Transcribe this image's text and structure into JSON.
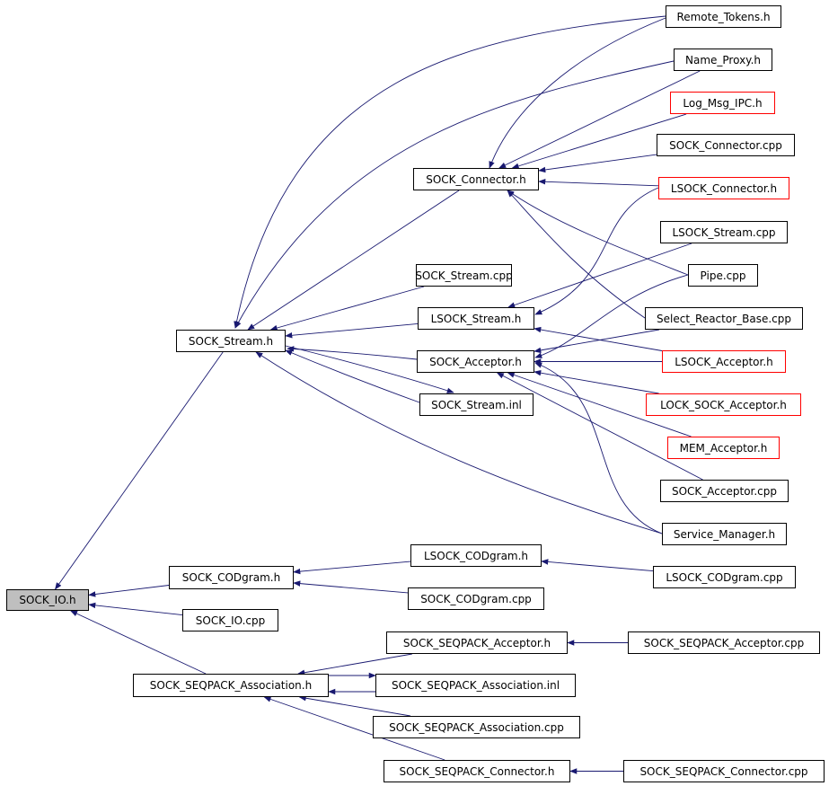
{
  "colors": {
    "edge": "#191970",
    "border": "#000000",
    "border_incomplete": "#ff0000",
    "root_fill": "#bfbfbf"
  },
  "nodes": [
    {
      "id": "sock_io_h",
      "label": "SOCK_IO.h",
      "style": "root"
    },
    {
      "id": "sock_stream_h",
      "label": "SOCK_Stream.h"
    },
    {
      "id": "sock_codgram_h",
      "label": "SOCK_CODgram.h"
    },
    {
      "id": "sock_io_cpp",
      "label": "SOCK_IO.cpp"
    },
    {
      "id": "sock_seqpack_assoc_h",
      "label": "SOCK_SEQPACK_Association.h"
    },
    {
      "id": "sock_connector_h",
      "label": "SOCK_Connector.h"
    },
    {
      "id": "sock_stream_cpp",
      "label": "SOCK_Stream.cpp"
    },
    {
      "id": "lsock_stream_h",
      "label": "LSOCK_Stream.h"
    },
    {
      "id": "sock_acceptor_h",
      "label": "SOCK_Acceptor.h"
    },
    {
      "id": "sock_stream_inl",
      "label": "SOCK_Stream.inl"
    },
    {
      "id": "lsock_codgram_h",
      "label": "LSOCK_CODgram.h"
    },
    {
      "id": "sock_codgram_cpp",
      "label": "SOCK_CODgram.cpp"
    },
    {
      "id": "sock_seqpack_acceptor_h",
      "label": "SOCK_SEQPACK_Acceptor.h"
    },
    {
      "id": "sock_seqpack_assoc_inl",
      "label": "SOCK_SEQPACK_Association.inl"
    },
    {
      "id": "sock_seqpack_assoc_cpp",
      "label": "SOCK_SEQPACK_Association.cpp"
    },
    {
      "id": "sock_seqpack_connector_h",
      "label": "SOCK_SEQPACK_Connector.h"
    },
    {
      "id": "remote_tokens_h",
      "label": "Remote_Tokens.h"
    },
    {
      "id": "name_proxy_h",
      "label": "Name_Proxy.h"
    },
    {
      "id": "log_msg_ipc_h",
      "label": "Log_Msg_IPC.h",
      "style": "red"
    },
    {
      "id": "sock_connector_cpp",
      "label": "SOCK_Connector.cpp"
    },
    {
      "id": "lsock_connector_h",
      "label": "LSOCK_Connector.h",
      "style": "red"
    },
    {
      "id": "lsock_stream_cpp",
      "label": "LSOCK_Stream.cpp"
    },
    {
      "id": "pipe_cpp",
      "label": "Pipe.cpp"
    },
    {
      "id": "select_reactor_base_cpp",
      "label": "Select_Reactor_Base.cpp"
    },
    {
      "id": "lsock_acceptor_h",
      "label": "LSOCK_Acceptor.h",
      "style": "red"
    },
    {
      "id": "lock_sock_acceptor_h",
      "label": "LOCK_SOCK_Acceptor.h",
      "style": "red"
    },
    {
      "id": "mem_acceptor_h",
      "label": "MEM_Acceptor.h",
      "style": "red"
    },
    {
      "id": "sock_acceptor_cpp",
      "label": "SOCK_Acceptor.cpp"
    },
    {
      "id": "service_manager_h",
      "label": "Service_Manager.h"
    },
    {
      "id": "lsock_codgram_cpp",
      "label": "LSOCK_CODgram.cpp"
    },
    {
      "id": "sock_seqpack_acceptor_cpp",
      "label": "SOCK_SEQPACK_Acceptor.cpp"
    },
    {
      "id": "sock_seqpack_connector_cpp",
      "label": "SOCK_SEQPACK_Connector.cpp"
    }
  ],
  "edges": [
    [
      "sock_stream_h",
      "sock_io_h"
    ],
    [
      "sock_codgram_h",
      "sock_io_h"
    ],
    [
      "sock_io_cpp",
      "sock_io_h"
    ],
    [
      "sock_seqpack_assoc_h",
      "sock_io_h"
    ],
    [
      "sock_connector_h",
      "sock_stream_h"
    ],
    [
      "sock_stream_cpp",
      "sock_stream_h"
    ],
    [
      "lsock_stream_h",
      "sock_stream_h"
    ],
    [
      "sock_acceptor_h",
      "sock_stream_h"
    ],
    [
      "sock_stream_inl",
      "sock_stream_h"
    ],
    [
      "sock_stream_h",
      "sock_stream_inl"
    ],
    [
      "remote_tokens_h",
      "sock_stream_h"
    ],
    [
      "name_proxy_h",
      "sock_stream_h"
    ],
    [
      "service_manager_h",
      "sock_stream_h"
    ],
    [
      "remote_tokens_h",
      "sock_connector_h"
    ],
    [
      "name_proxy_h",
      "sock_connector_h"
    ],
    [
      "log_msg_ipc_h",
      "sock_connector_h"
    ],
    [
      "sock_connector_cpp",
      "sock_connector_h"
    ],
    [
      "lsock_connector_h",
      "sock_connector_h"
    ],
    [
      "pipe_cpp",
      "sock_connector_h"
    ],
    [
      "select_reactor_base_cpp",
      "sock_connector_h"
    ],
    [
      "lsock_connector_h",
      "lsock_stream_h"
    ],
    [
      "lsock_stream_cpp",
      "lsock_stream_h"
    ],
    [
      "lsock_acceptor_h",
      "lsock_stream_h"
    ],
    [
      "pipe_cpp",
      "sock_acceptor_h"
    ],
    [
      "select_reactor_base_cpp",
      "sock_acceptor_h"
    ],
    [
      "lsock_acceptor_h",
      "sock_acceptor_h"
    ],
    [
      "lock_sock_acceptor_h",
      "sock_acceptor_h"
    ],
    [
      "mem_acceptor_h",
      "sock_acceptor_h"
    ],
    [
      "sock_acceptor_cpp",
      "sock_acceptor_h"
    ],
    [
      "service_manager_h",
      "sock_acceptor_h"
    ],
    [
      "lsock_codgram_h",
      "sock_codgram_h"
    ],
    [
      "sock_codgram_cpp",
      "sock_codgram_h"
    ],
    [
      "lsock_codgram_cpp",
      "lsock_codgram_h"
    ],
    [
      "sock_seqpack_acceptor_h",
      "sock_seqpack_assoc_h"
    ],
    [
      "sock_seqpack_assoc_inl",
      "sock_seqpack_assoc_h"
    ],
    [
      "sock_seqpack_assoc_h",
      "sock_seqpack_assoc_inl"
    ],
    [
      "sock_seqpack_assoc_cpp",
      "sock_seqpack_assoc_h"
    ],
    [
      "sock_seqpack_connector_h",
      "sock_seqpack_assoc_h"
    ],
    [
      "sock_seqpack_acceptor_cpp",
      "sock_seqpack_acceptor_h"
    ],
    [
      "sock_seqpack_connector_cpp",
      "sock_seqpack_connector_h"
    ]
  ]
}
